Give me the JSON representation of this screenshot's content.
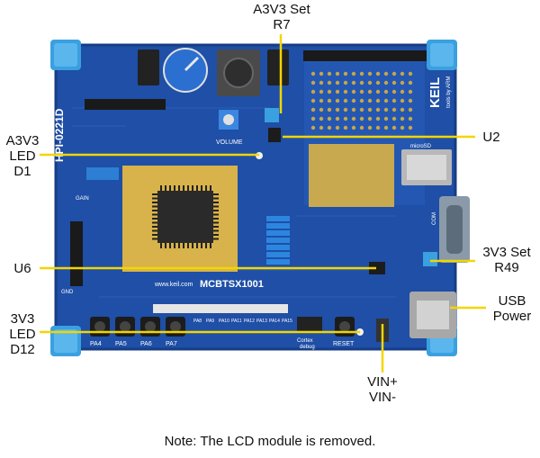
{
  "callouts": {
    "a3v3_set_r7": [
      "A3V3 Set",
      "R7"
    ],
    "u2": [
      "U2"
    ],
    "a3v3_led_d1": [
      "A3V3",
      "LED",
      "D1"
    ],
    "v3v3_set_r49": [
      "3V3 Set",
      "R49"
    ],
    "u6": [
      "U6"
    ],
    "usb_power": [
      "USB",
      "Power"
    ],
    "v3v3_led_d12": [
      "3V3",
      "LED",
      "D12"
    ],
    "vin": [
      "VIN+",
      "VIN-"
    ]
  },
  "board": {
    "silkscreen_url": "www.keil.com",
    "model": "MCBTSX1001",
    "part_number": "HPI-0221D",
    "brand": "KEIL",
    "brand_sub": "tools by ARM",
    "volume_label": "VOLUME",
    "reset_label": "RESET",
    "cortex_label": "Cortex",
    "debug_label": "debug",
    "com_label": "COM",
    "microsd_label": "microSD",
    "gain_label": "GAIN",
    "gnd_label": "GND",
    "button_labels": [
      "PA4",
      "PA5",
      "PA6",
      "PA7"
    ],
    "led_labels": [
      "PA8",
      "PA9",
      "PA10",
      "PA11",
      "PA12",
      "PA13",
      "PA14",
      "PA15"
    ]
  },
  "note": "Note:  The LCD module is removed.",
  "colors": {
    "pcb": "#1f4fa6",
    "pcb_dark": "#163d86",
    "corner": "#3aa0e0",
    "leader": "#f2d600"
  }
}
